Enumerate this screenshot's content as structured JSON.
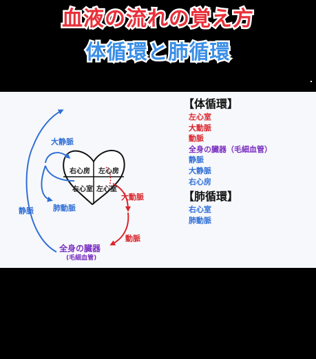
{
  "header": {
    "title": "血液の流れの覚え方",
    "subtitle": "体循環と肺循環"
  },
  "diagram": {
    "chambers": {
      "right_atrium": "右心房",
      "left_atrium": "左心房",
      "right_ventricle": "右心室",
      "left_ventricle": "左心室"
    },
    "labels": {
      "vena_cava": "大静脈",
      "vein": "静脈",
      "pulmonary_artery": "肺動脈",
      "aorta": "大動脈",
      "artery": "動脈",
      "organs": "全身の臓器",
      "capillaries": "(毛細血管)"
    },
    "colors": {
      "blue": "#2f6fd6",
      "red": "#d9232a",
      "purple": "#7a2fc0"
    }
  },
  "systemic": {
    "heading": "【体循環】",
    "items": [
      {
        "text": "左心室",
        "color": "red"
      },
      {
        "text": "大動脈",
        "color": "red"
      },
      {
        "text": "動脈",
        "color": "red"
      },
      {
        "text": "全身の臓器（毛細血管）",
        "color": "purple"
      },
      {
        "text": "静脈",
        "color": "blue"
      },
      {
        "text": "大静脈",
        "color": "blue"
      },
      {
        "text": "右心房",
        "color": "blue"
      }
    ]
  },
  "pulmonary": {
    "heading": "【肺循環】",
    "items": [
      {
        "text": "右心室",
        "color": "blue"
      },
      {
        "text": "肺動脈",
        "color": "blue"
      }
    ]
  }
}
